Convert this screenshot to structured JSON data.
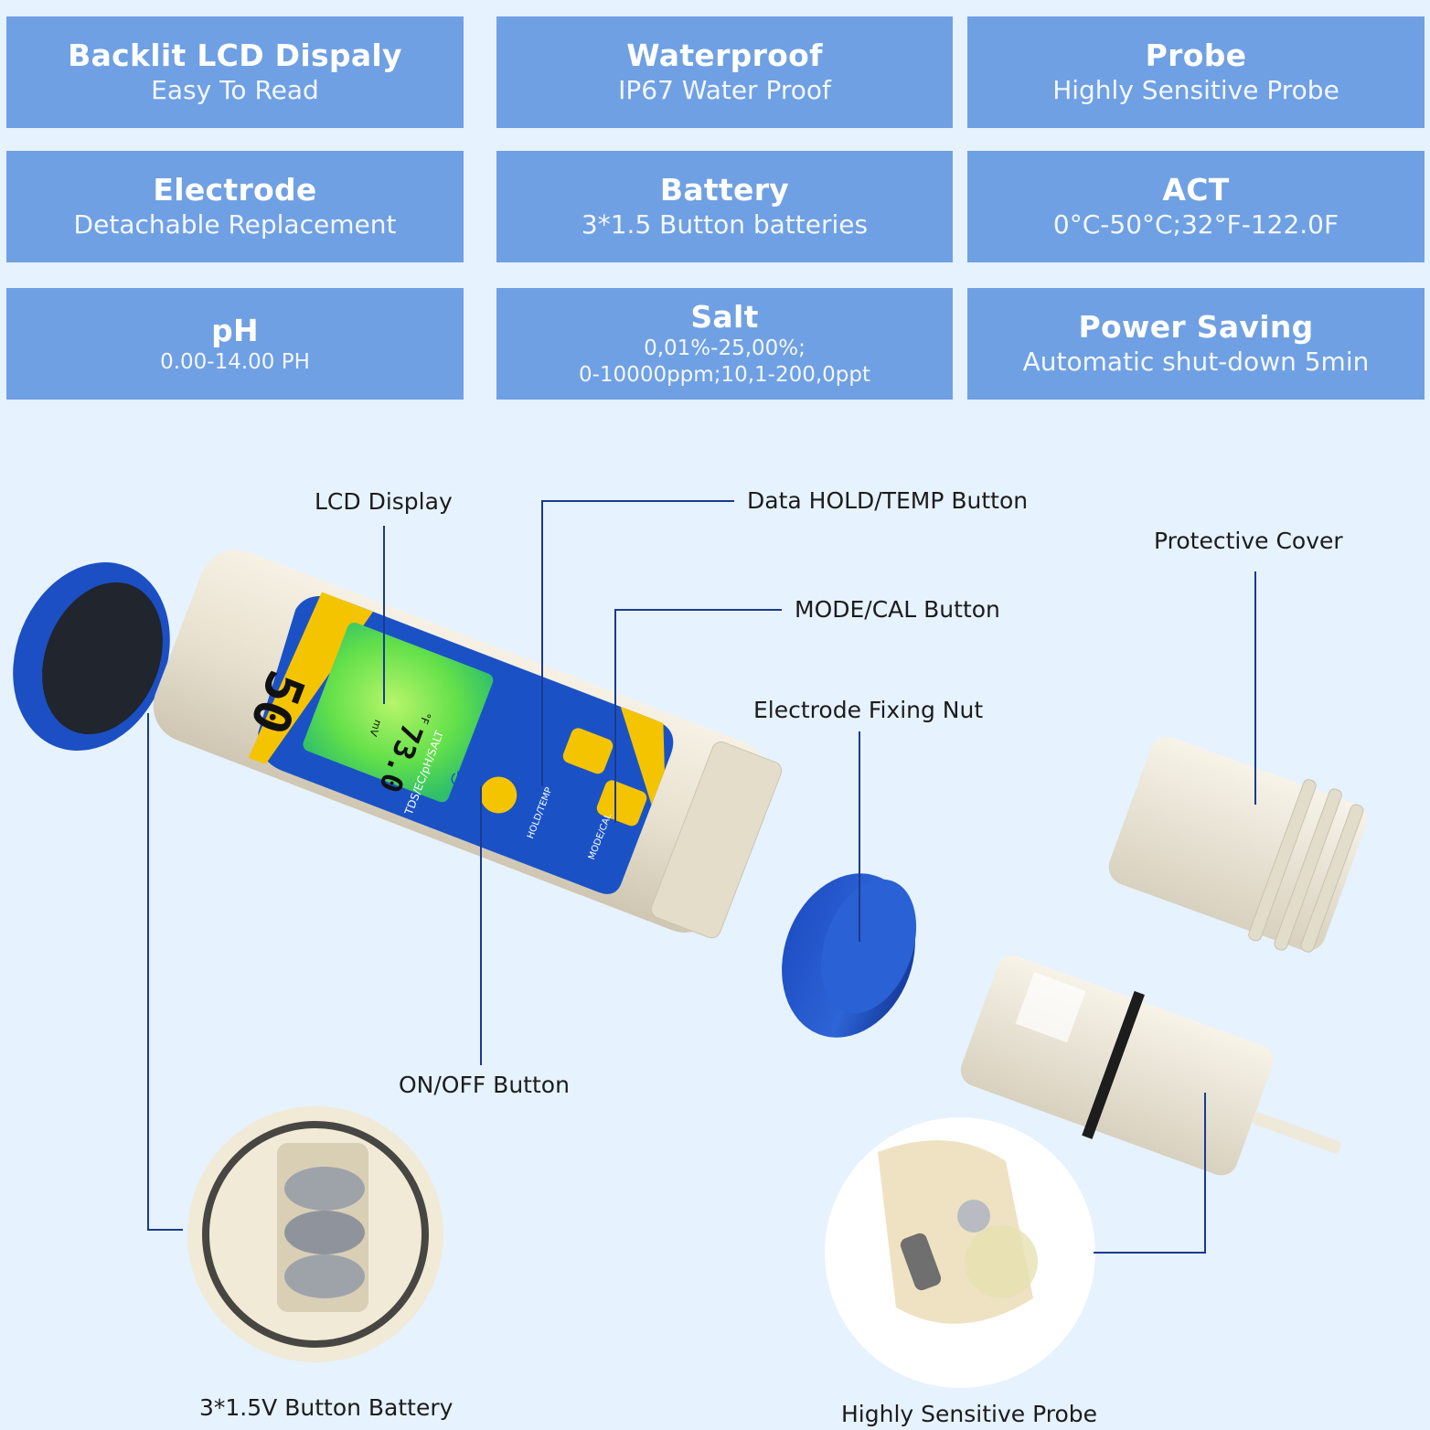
{
  "features": [
    {
      "title": "Backlit LCD Dispaly",
      "subtitle": "Easy To Read"
    },
    {
      "title": "Waterproof",
      "subtitle": "IP67 Water Proof"
    },
    {
      "title": "Probe",
      "subtitle": "Highly Sensitive Probe"
    },
    {
      "title": "Electrode",
      "subtitle": "Detachable Replacement"
    },
    {
      "title": "Battery",
      "subtitle": "3*1.5 Button batteries"
    },
    {
      "title": "ACT",
      "subtitle": "0°C-50°C;32°F-122.0F"
    },
    {
      "title": "pH",
      "subtitle": "0.00-14.00 PH"
    },
    {
      "title": "Salt",
      "subtitle_line1": "0,01%-25,00%;",
      "subtitle_line2": "0-10000ppm;10,1-200,0ppt"
    },
    {
      "title": "Power Saving",
      "subtitle": "Automatic shut-down 5min"
    }
  ],
  "callouts": {
    "lcd_display": "LCD Display",
    "hold_temp_button": "Data HOLD/TEMP Button",
    "protective_cover": "Protective Cover",
    "mode_cal_button": "MODE/CAL Button",
    "electrode_fixing_nut": "Electrode Fixing Nut",
    "on_off_button": "ON/OFF Button",
    "button_battery": "3*1.5V Button Battery",
    "sensitive_probe": "Highly Sensitive Probe"
  },
  "device": {
    "lcd_reading": "50",
    "lcd_unit": "mV",
    "lcd_temp": "73.0",
    "lcd_temp_unit": "°F",
    "side_label": "TDS/EC/pH/SALT",
    "hold_label": "HOLD/TEMP",
    "mode_label": "MODE/CAL"
  },
  "colors": {
    "tile": "#6fa0e3",
    "background": "#e6f2fd",
    "device_blue": "#1a52c6",
    "accent_yellow": "#f5c400",
    "lcd_green": "#63e04a"
  }
}
